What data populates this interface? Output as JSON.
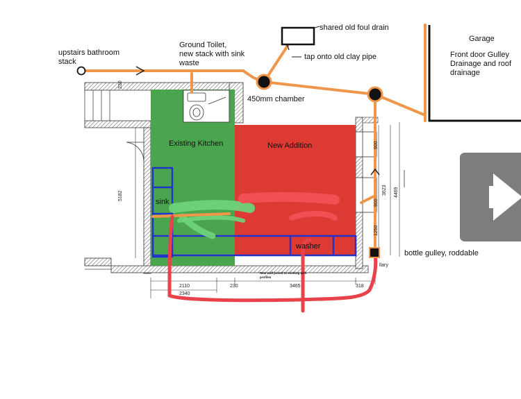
{
  "labels": {
    "shared_drain": "shared old foul drain",
    "tap": "tap onto old clay pipe",
    "upstairs": "upstairs bathroom\nstack",
    "ground_toilet": "Ground Toilet,\nnew stack with sink\nwaste",
    "chamber": "450mm chamber",
    "garage": "Garage",
    "front_door": "Front door Gulley\nDrainage and roof\ndrainage",
    "existing_kitchen": "Existing Kitchen",
    "new_addition": "New Addition",
    "sink": "sink",
    "washer": "washer",
    "bottle_gulley": "bottle gulley, roddable",
    "note": "New wall joined to existing with\nprofiles",
    "cutoff": "llary"
  },
  "dimensions": {
    "d2110": "2110",
    "d230a": "230",
    "d3465": "3465",
    "d318": "318",
    "d2340": "2340",
    "d5182": "5182",
    "d230b": "230",
    "d3623": "3623",
    "d4469": "4469",
    "d1250": "1250",
    "d900a": "900",
    "d900b": "900"
  },
  "colors": {
    "orange_pipe": "#f0964a",
    "red_pipe": "#e8424a",
    "green_zone": "#4aa54e",
    "red_zone": "#dc3a33",
    "blue_units": "#2233cc"
  }
}
